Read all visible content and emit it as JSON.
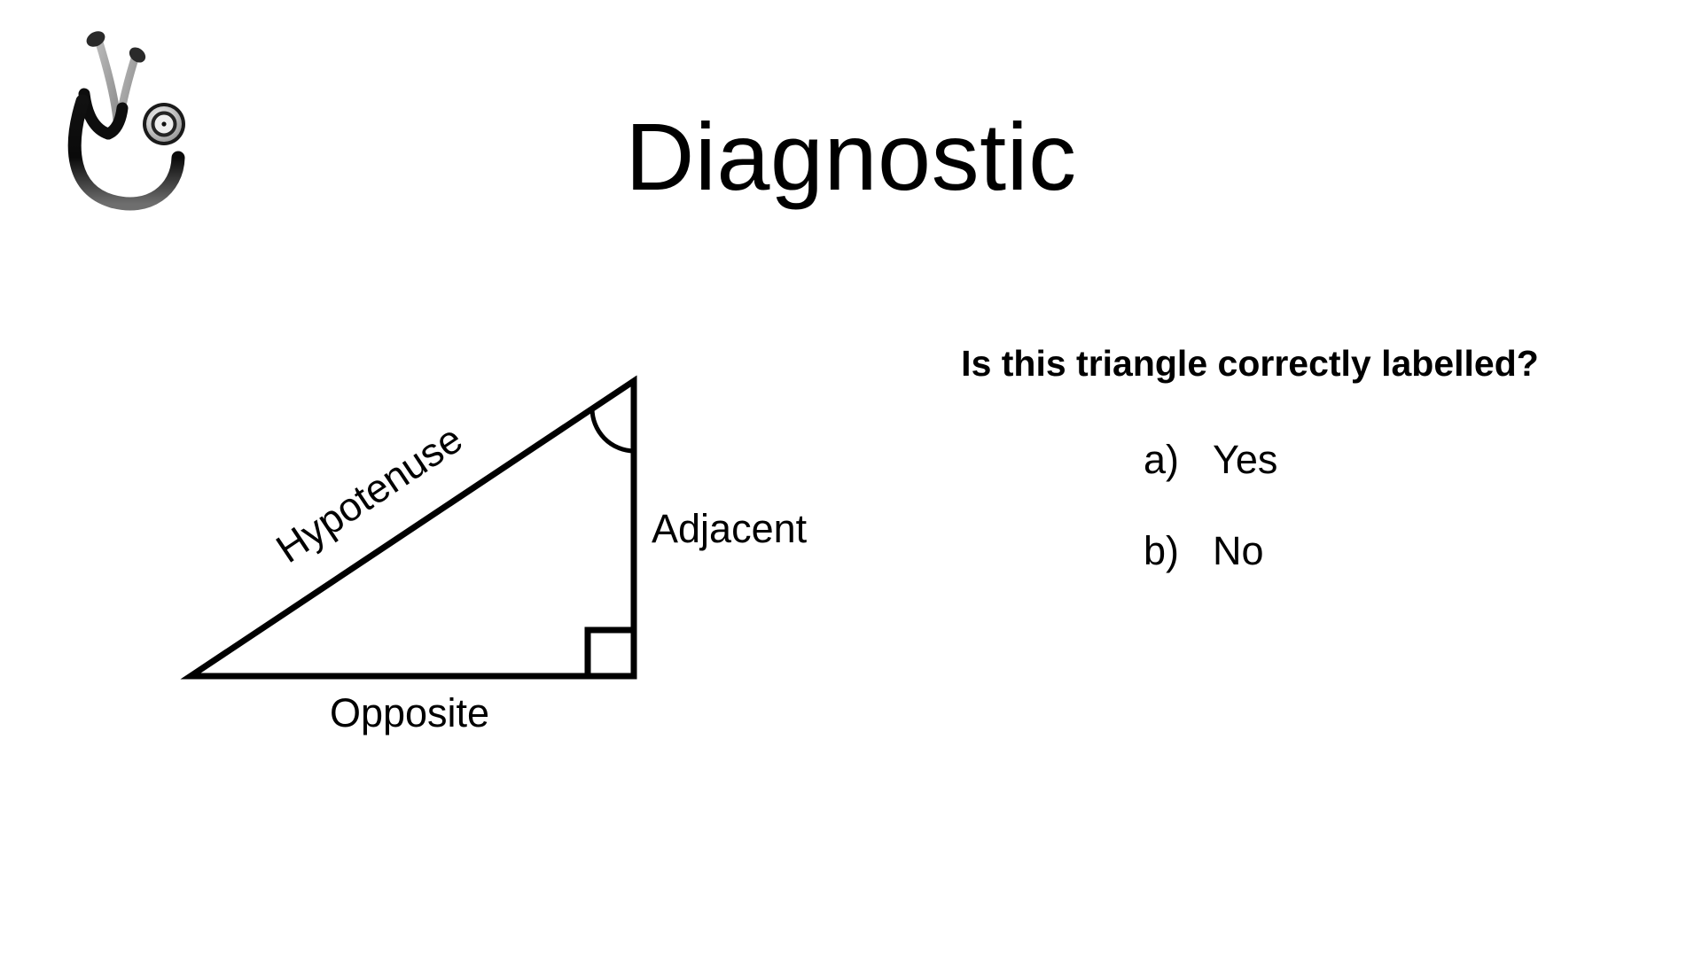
{
  "slide": {
    "title": "Diagnostic",
    "background_color": "#ffffff",
    "text_color": "#000000"
  },
  "logo": {
    "icon": "stethoscope-icon",
    "alt": "Stethoscope"
  },
  "diagram": {
    "shape": "right-triangle",
    "labels": {
      "hypotenuse": "Hypotenuse",
      "adjacent": "Adjacent",
      "opposite": "Opposite"
    },
    "markers": {
      "right_angle": "right-angle-square",
      "marked_angle": "angle-arc"
    },
    "stroke_color": "#000000"
  },
  "question": {
    "prompt": "Is this triangle correctly labelled?",
    "answers": [
      {
        "marker": "a)",
        "label": "Yes"
      },
      {
        "marker": "b)",
        "label": "No"
      }
    ]
  }
}
